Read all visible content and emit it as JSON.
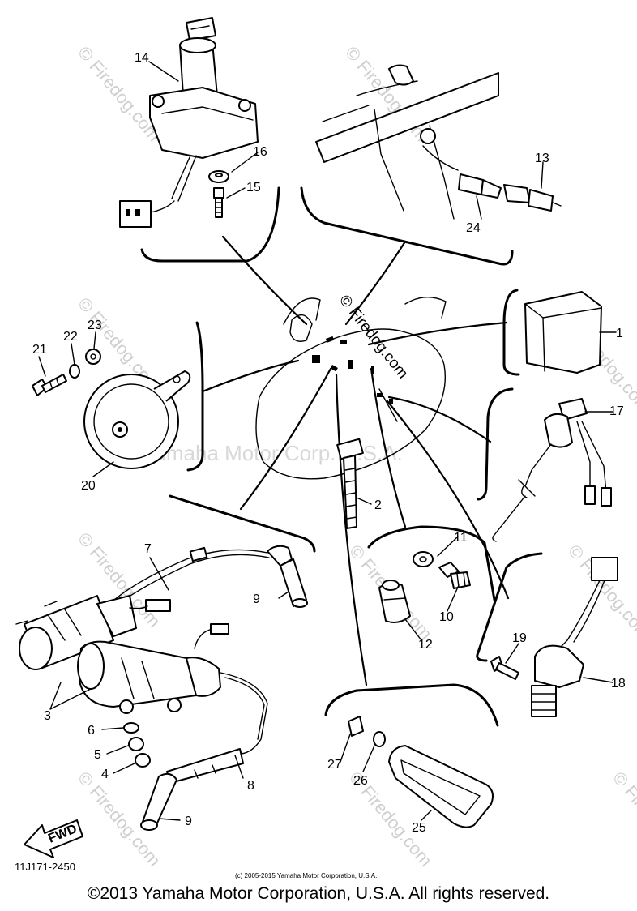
{
  "diagram": {
    "part_code": "11J171-2450",
    "fwd_label": "FWD",
    "fine_print": "(c) 2005-2015 Yamaha Motor Corporation, U.S.A.",
    "watermark_brand": "Yamaha Motor Corp. U.S.A.",
    "watermark_site": "© Firedog.com",
    "callouts": [
      "1",
      "2",
      "3",
      "4",
      "5",
      "6",
      "7",
      "8",
      "9",
      "9",
      "10",
      "11",
      "12",
      "13",
      "14",
      "15",
      "16",
      "17",
      "18",
      "19",
      "20",
      "21",
      "22",
      "23",
      "24",
      "25",
      "26",
      "27"
    ]
  },
  "footer": {
    "copyright": "©2013 Yamaha Motor Corporation, U.S.A. All rights reserved."
  }
}
